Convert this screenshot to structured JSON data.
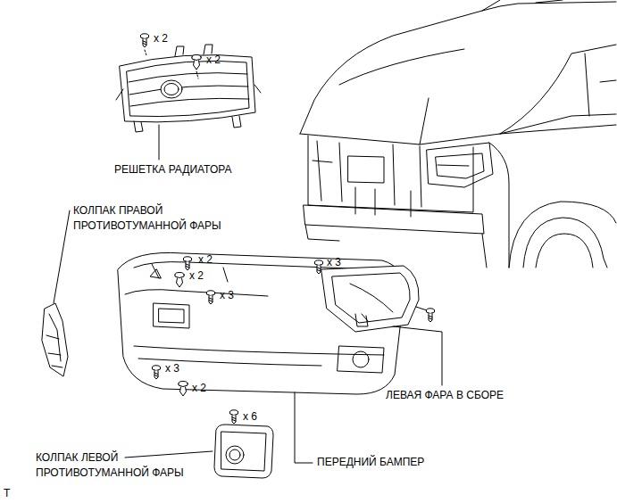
{
  "diagram": {
    "labels": [
      "x 2",
      "x 2",
      "РЕШЕТКА РАДИАТОРА",
      "КОЛПАК ПРАВОЙ ПРОТИВОТУМАННОЙ ФАРЫ",
      "x 2",
      "x 2",
      "x 3",
      "x 3",
      "x 3",
      "x 2",
      "x 6",
      "ЛЕВАЯ ФАРА В СБОРЕ",
      "КОЛПАК ЛЕВОЙ ПРОТИВОТУМАННОЙ ФАРЫ",
      "ПЕРЕДНИЙ БАМПЕР",
      "T"
    ]
  }
}
